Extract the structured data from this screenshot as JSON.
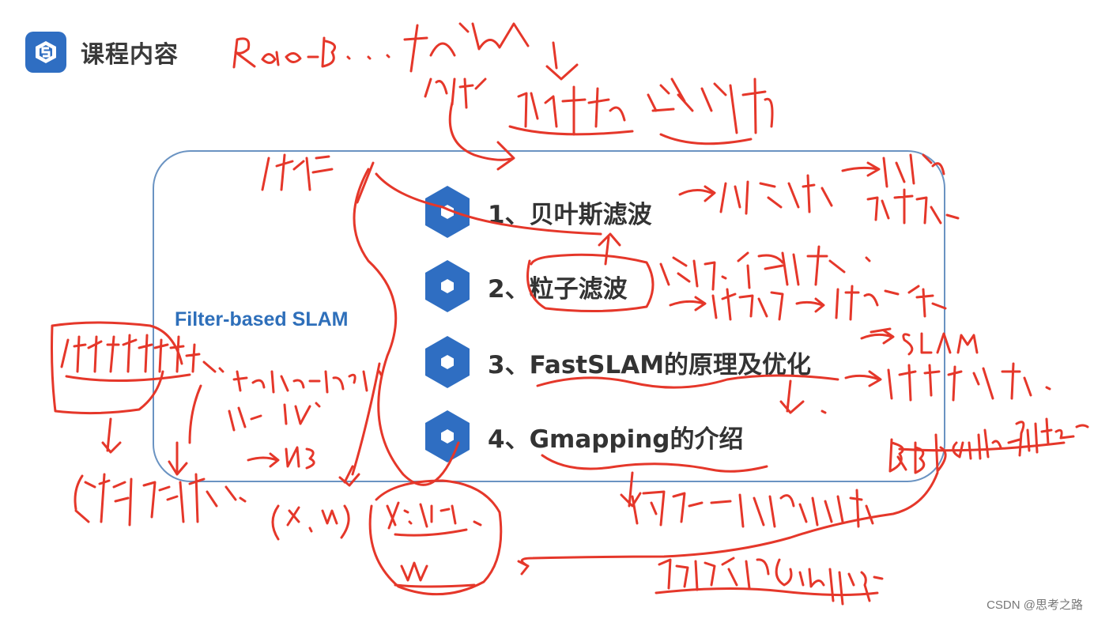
{
  "header": {
    "title": "课程内容",
    "logo_icon": "slide-logo-icon"
  },
  "side_label": "Filter-based SLAM",
  "agenda": [
    {
      "label": "1、贝叶斯滤波"
    },
    {
      "label": "2、粒子滤波"
    },
    {
      "label": "3、FastSLAM的原理及优化"
    },
    {
      "label": "4、Gmapping的介绍"
    }
  ],
  "watermark": "CSDN @思考之路",
  "colors": {
    "accent": "#2f6ec2",
    "annotation": "#e5372a",
    "box_border": "#6a93c2"
  }
}
